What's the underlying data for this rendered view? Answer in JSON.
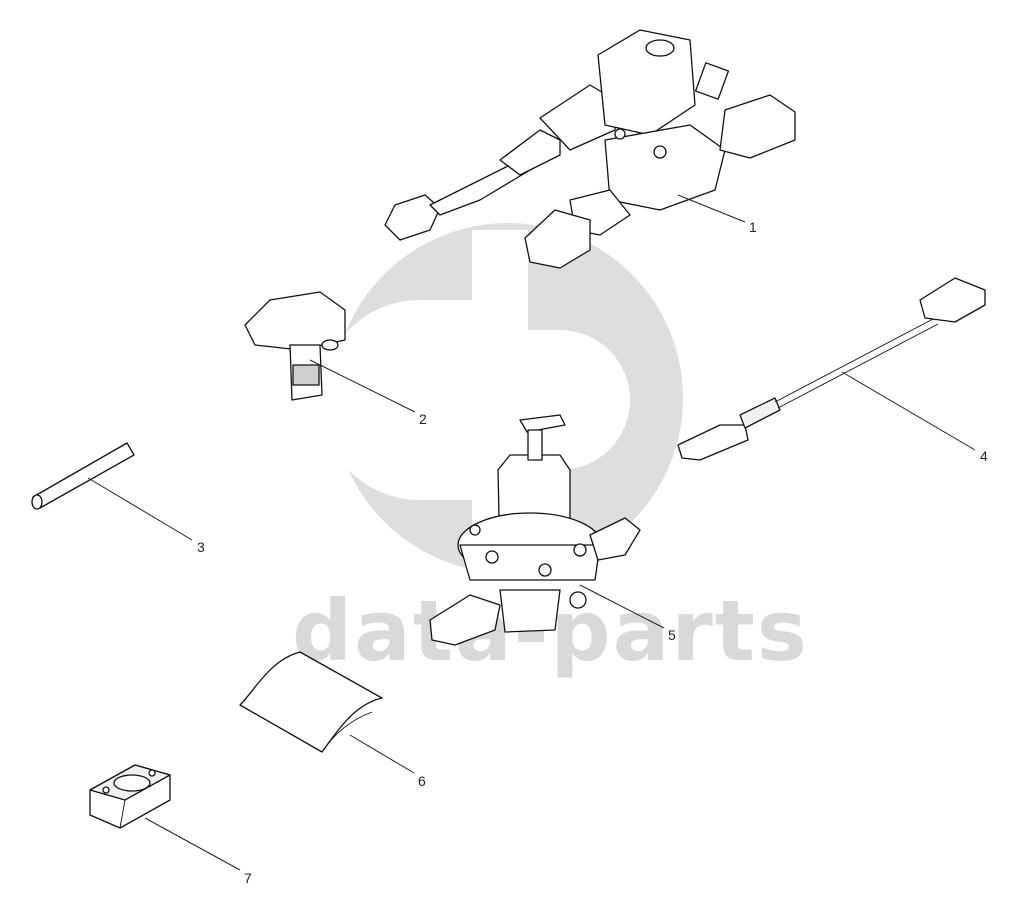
{
  "watermark": {
    "text": "data-parts",
    "color": "#d9d9d9"
  },
  "callouts": [
    {
      "id": "1",
      "label": "1"
    },
    {
      "id": "2",
      "label": "2"
    },
    {
      "id": "3",
      "label": "3"
    },
    {
      "id": "4",
      "label": "4"
    },
    {
      "id": "5",
      "label": "5"
    },
    {
      "id": "6",
      "label": "6"
    },
    {
      "id": "7",
      "label": "7"
    }
  ],
  "colors": {
    "line": "#222222",
    "part_fill": "#ffffff",
    "shade": "#cfcfcf"
  }
}
